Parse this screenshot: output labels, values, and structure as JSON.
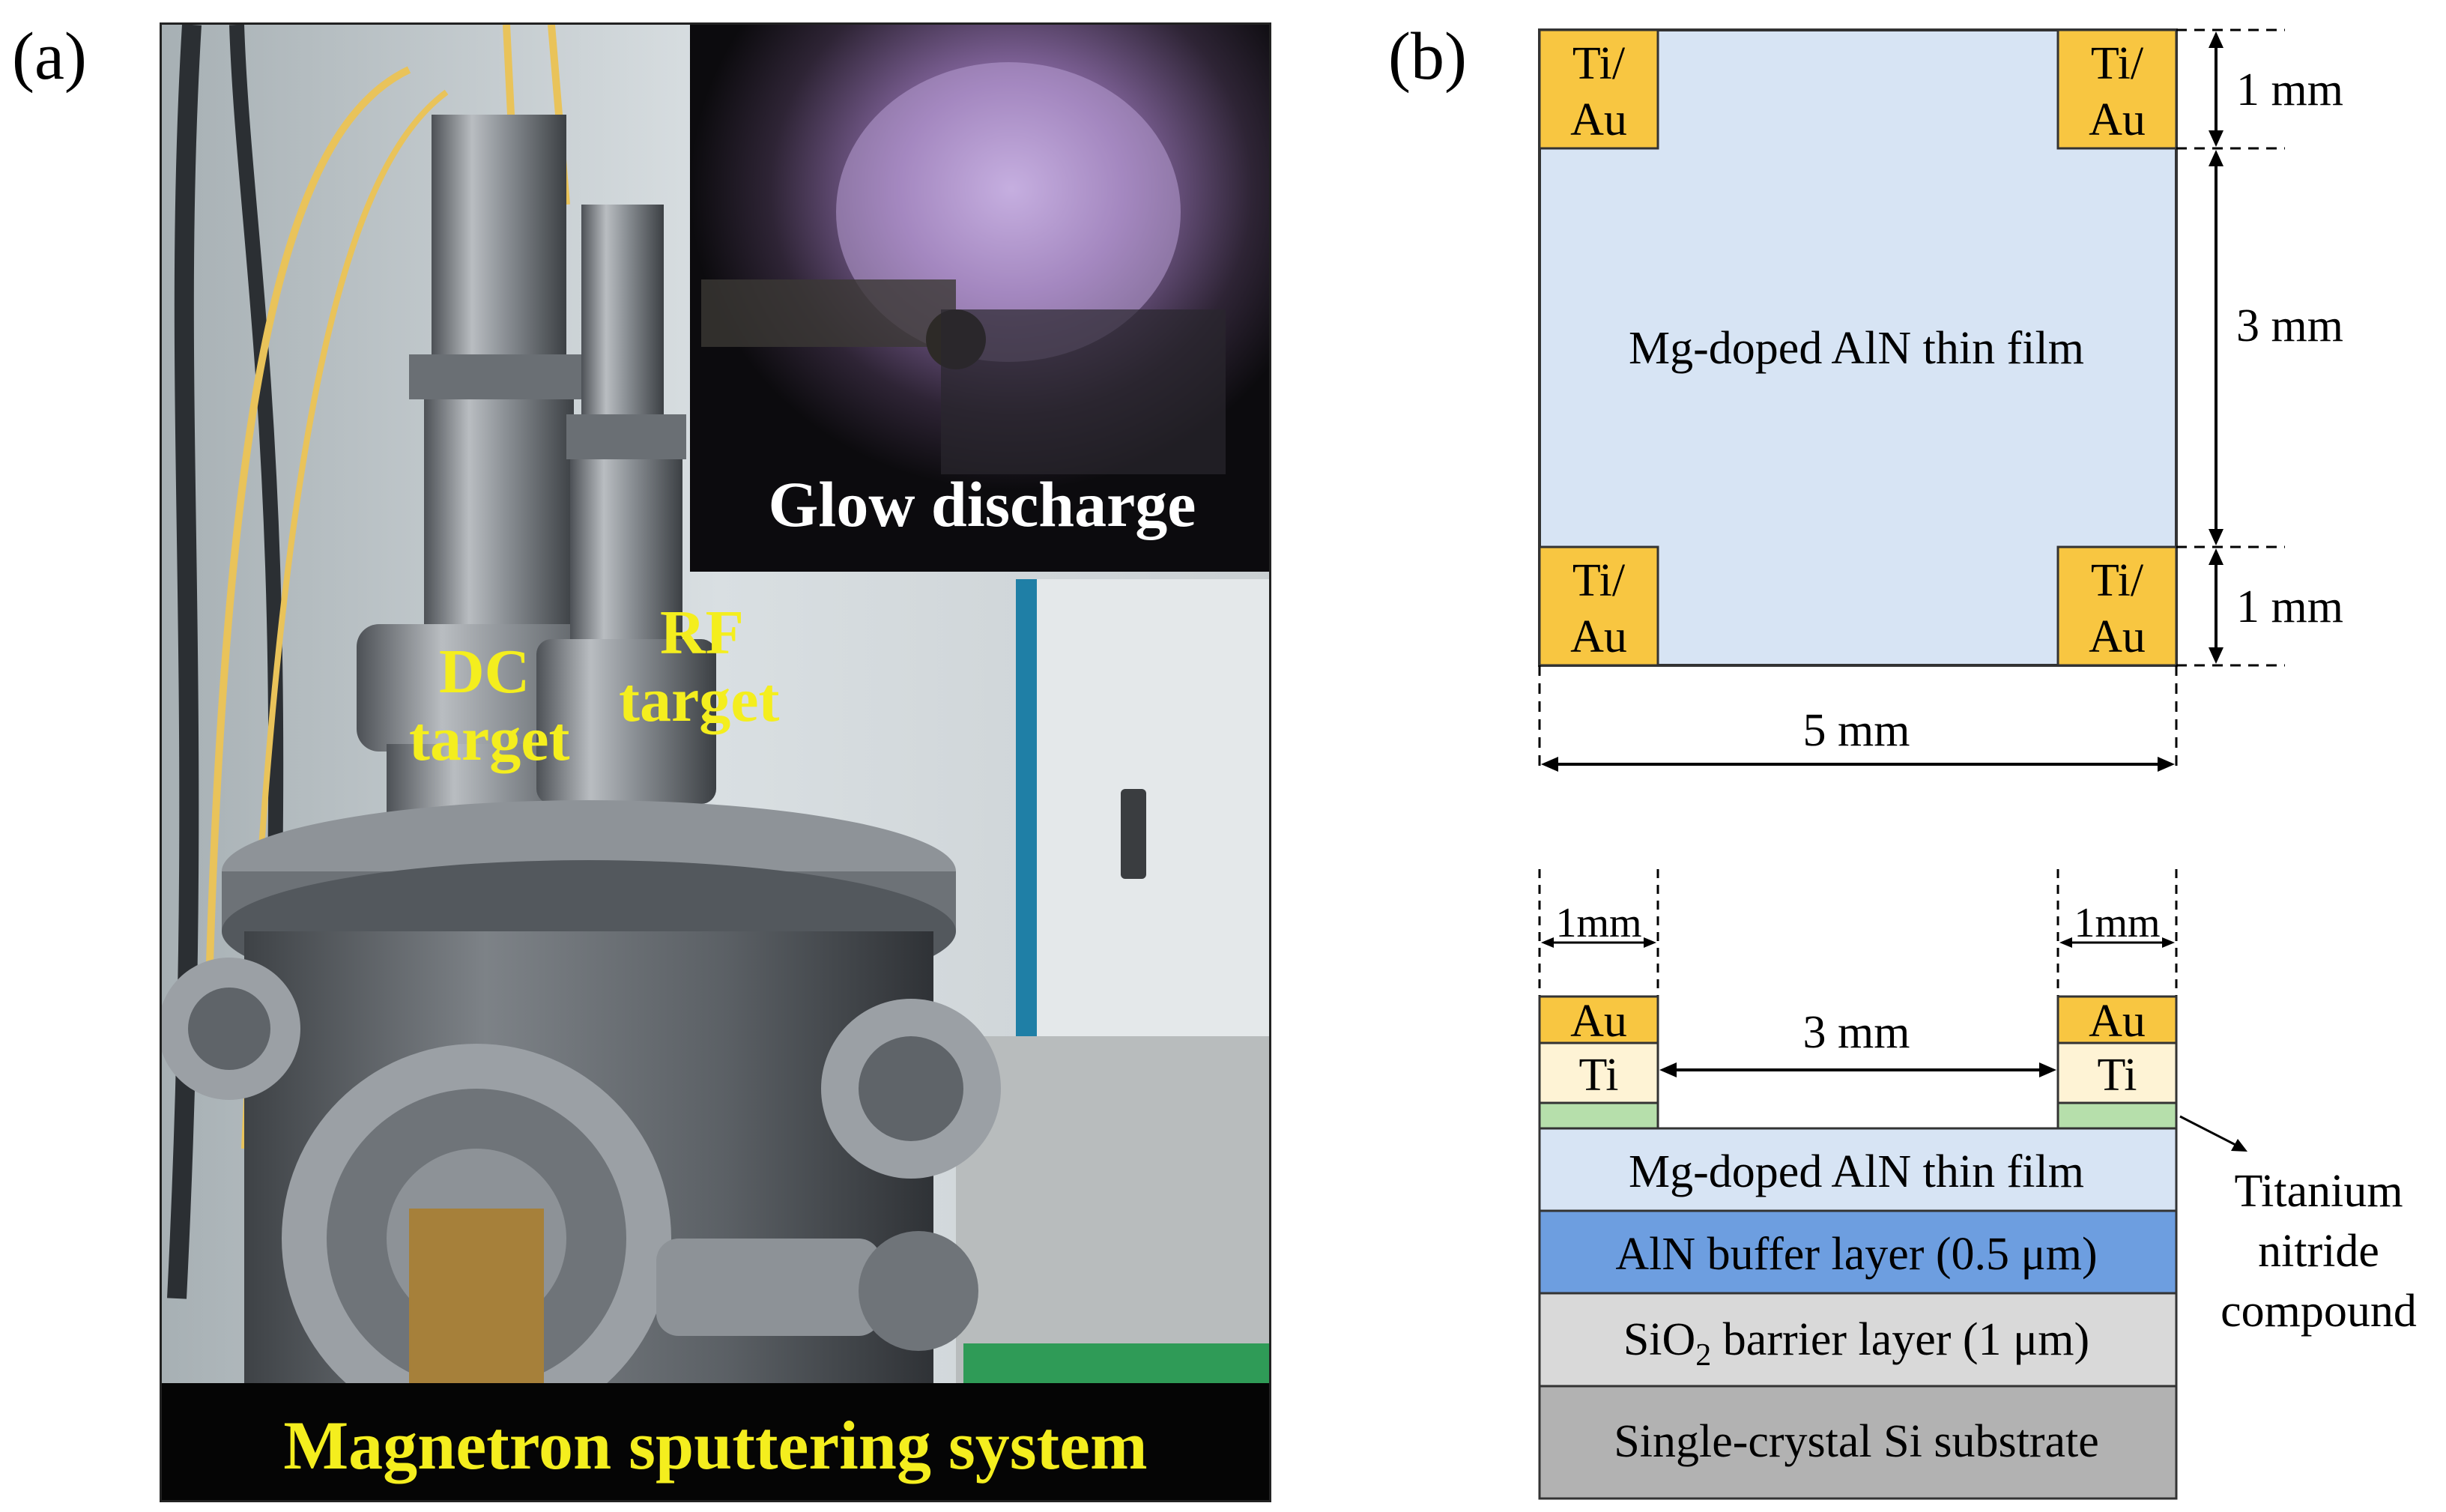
{
  "panel_a": {
    "label": "(a)",
    "photo_labels": {
      "glow": "Glow discharge",
      "dc_line1": "DC",
      "dc_line2": "target",
      "rf_line1": "RF",
      "rf_line2": "target",
      "caption": "Magnetron sputtering system"
    }
  },
  "panel_b": {
    "label": "(b)",
    "top_view": {
      "pad_label_line1": "Ti/",
      "pad_label_line2": "Au",
      "film_label": "Mg-doped AlN thin film",
      "dim_top": "1 mm",
      "dim_middle": "3 mm",
      "dim_bottom": "1 mm",
      "dim_width": "5 mm"
    },
    "cross_section": {
      "pad_width_left": "1mm",
      "pad_width_right": "1mm",
      "gap": "3 mm",
      "au": "Au",
      "ti": "Ti",
      "layers": [
        "Mg-doped AlN thin film",
        "AlN buffer layer (0.5 μm)",
        "SiO2 barrier layer (1 μm)",
        "Single-crystal Si substrate"
      ],
      "sio2_prefix": "SiO",
      "sio2_sub": "2",
      "sio2_suffix": " barrier layer (1 μm)",
      "tin_line1": "Titanium",
      "tin_line2": "nitride",
      "tin_line3": "compound"
    },
    "colors": {
      "film": "#d7e4f4",
      "pad": "#f8c641",
      "ti": "#fef3d5",
      "tin": "#b6dfab",
      "buffer": "#6d9ee0",
      "sio2": "#d9d9d9",
      "substrate": "#b2b2b2"
    }
  }
}
